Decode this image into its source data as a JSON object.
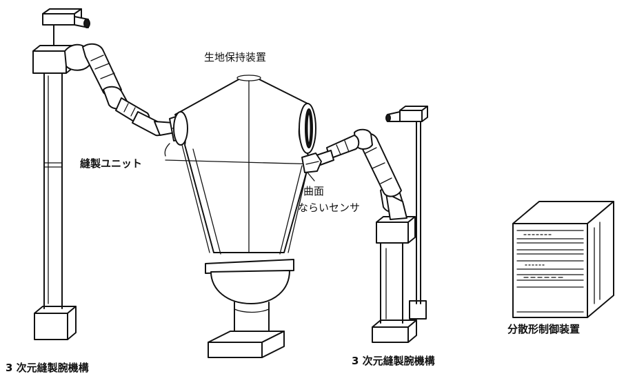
{
  "labels": {
    "holder": "生地保持装置",
    "sewing_unit": "縫製ユニット",
    "sensor_line1": "曲面",
    "sensor_line2": "ならいセンサ",
    "controller": "分散形制御装置",
    "arm_left": "3 次元縫製腕機構",
    "arm_right": "3 次元縫製腕機構"
  }
}
